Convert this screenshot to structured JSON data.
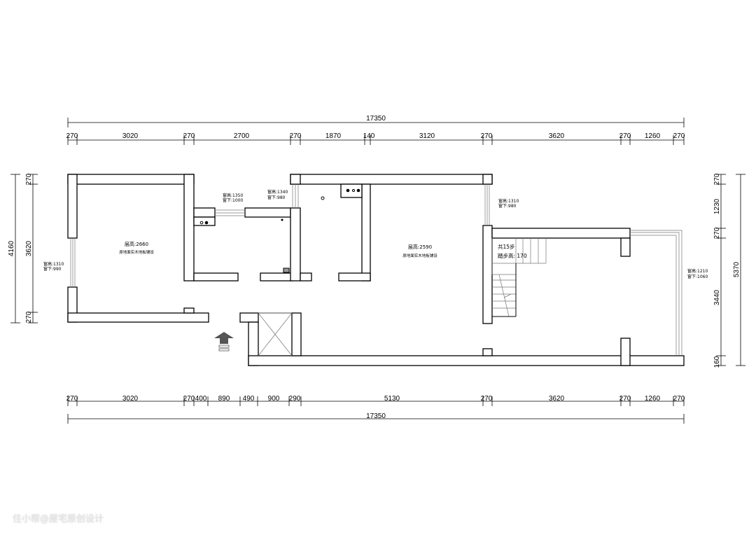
{
  "top_dims": {
    "overall": "17350",
    "segments": [
      "270",
      "3020",
      "270",
      "2700",
      "270",
      "1870",
      "140",
      "3120",
      "270",
      "3620",
      "270",
      "1260",
      "270"
    ]
  },
  "bottom_dims": {
    "overall": "17350",
    "segments": [
      "270",
      "3020",
      "270",
      "400",
      "890",
      "490",
      "900",
      "290",
      "5130",
      "270",
      "3620",
      "270",
      "1260",
      "270"
    ]
  },
  "left_dims": {
    "overall": "4160",
    "segments": [
      "270",
      "3620",
      "270"
    ]
  },
  "right_dims": {
    "overall": "5370",
    "segments": [
      "270",
      "1230",
      "270",
      "3440",
      "160"
    ]
  },
  "rooms": [
    {
      "height": "层高:2660",
      "floor": "原地面实木地板铺设"
    },
    {
      "height": "层高:2590",
      "floor": "原地面实木地板铺设"
    }
  ],
  "windows": [
    {
      "h": "窗高:1310",
      "sill": "窗下:990"
    },
    {
      "h": "窗高:1350",
      "sill": "窗下:1000"
    },
    {
      "h": "窗高:1340",
      "sill": "窗下:980"
    },
    {
      "h": "窗高:1310",
      "sill": "窗下:980"
    },
    {
      "h": "窗高:1210",
      "sill": "窗下:1060"
    }
  ],
  "stairs": {
    "steps": "共15步",
    "riser": "踏步高: 170"
  },
  "watermark": "住小帮@屋宅原创设计"
}
